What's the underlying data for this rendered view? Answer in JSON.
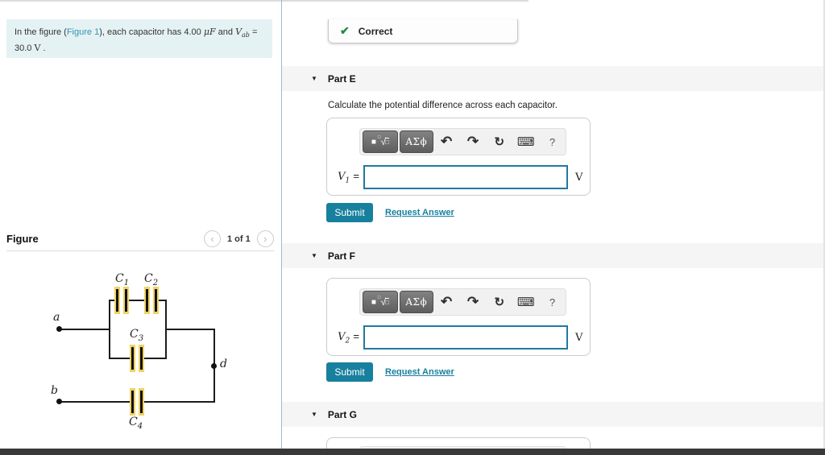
{
  "problem": {
    "text1": "In the figure (",
    "figure_link": "Figure 1",
    "text2": "), each capacitor has 4.00 ",
    "unit_uf": "μF",
    "text3": " and ",
    "v_symbol": "V",
    "v_sub": "ab",
    "text4": " =",
    "line2_num": "30.0 ",
    "line2_unit": "V",
    "line2_end": " ."
  },
  "feedback": {
    "check_icon": "✔",
    "label": "Correct"
  },
  "figure": {
    "title": "Figure",
    "pager": {
      "prev_icon": "‹",
      "label": "1 of 1",
      "next_icon": "›"
    },
    "circuit": {
      "caps": [
        {
          "name": "C",
          "sub": "1"
        },
        {
          "name": "C",
          "sub": "2"
        },
        {
          "name": "C",
          "sub": "3"
        },
        {
          "name": "C",
          "sub": "4"
        }
      ],
      "nodes": [
        {
          "label": "a"
        },
        {
          "label": "b"
        },
        {
          "label": "d"
        }
      ]
    }
  },
  "toolbar": {
    "eq_square": "■",
    "eq_sup_box": "□",
    "eq_root": "√",
    "eq_rad_box": "□",
    "greek": "ΑΣϕ",
    "undo_icon": "↶",
    "redo_icon": "↷",
    "reset_icon": "↻",
    "keyboard_icon": "⌨",
    "help_icon": "?"
  },
  "parts": [
    {
      "collapse_icon": "▼",
      "label": "Part E",
      "description": "Calculate the potential difference across each capacitor.",
      "var": "V",
      "var_sub": "1",
      "eq": "=",
      "unit": "V"
    },
    {
      "collapse_icon": "▼",
      "label": "Part F",
      "var": "V",
      "var_sub": "2",
      "eq": "=",
      "unit": "V"
    },
    {
      "collapse_icon": "▼",
      "label": "Part G"
    }
  ],
  "buttons": {
    "submit": "Submit",
    "request_answer": "Request Answer"
  }
}
